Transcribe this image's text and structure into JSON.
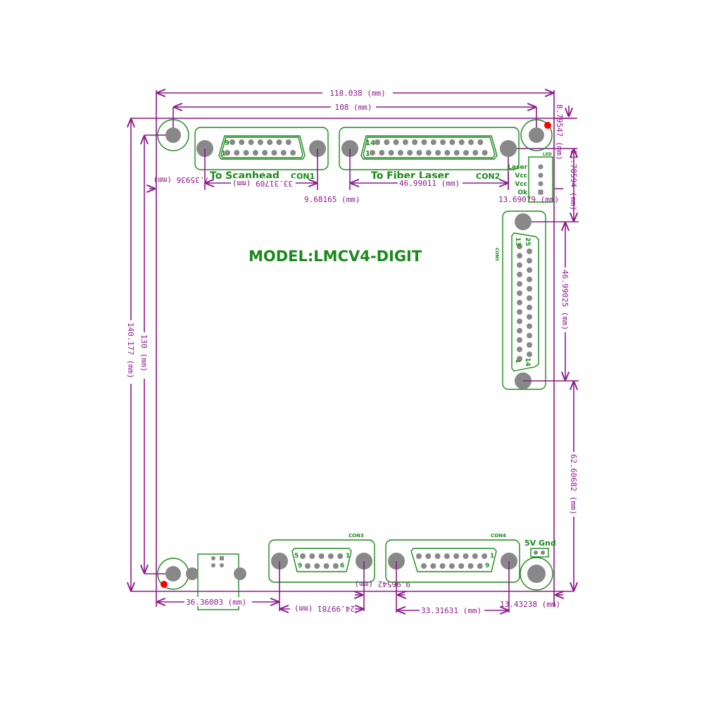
{
  "title": "MODEL:LMCV4-DIGIT",
  "connectors": {
    "con1": {
      "label": "CON1",
      "caption": "To Scanhead",
      "pin_top": "9",
      "pin_bottom": "1"
    },
    "con2": {
      "label": "CON2",
      "caption": "To Fiber Laser",
      "pin_top": "14",
      "pin_bottom": "1"
    },
    "con3": {
      "label": "CON3",
      "pin_top": "5",
      "pin_top_end": "1",
      "pin_bottom": "9",
      "pin_bottom_end": "6"
    },
    "con4": {
      "label": "CON4",
      "pin_top_end": "1",
      "pin_bottom_end": "9"
    },
    "con5": {
      "label": "CON5",
      "pin_a": "13",
      "pin_b": "25",
      "pin_c": "1",
      "pin_d": "14"
    },
    "led": {
      "label": "LED",
      "pins": [
        "Laser",
        "Vcc",
        "Vcc",
        "Ok"
      ]
    },
    "power": {
      "label": "5V Gnd"
    }
  },
  "dimensions": {
    "overall_width": "118.038 (mm)",
    "hole_spacing_x": "108 (mm)",
    "overall_height": "140.177 (mm)",
    "hole_spacing_y": "130 (mm)",
    "top_right_offset": "8.79547 (mm)",
    "led_offset": "21.78594 (mm)",
    "con1_left": "7.35936 (mm)",
    "con1_span": "33.31709 (mm)",
    "con1_con2_gap": "9.68165 (mm)",
    "con2_span": "46.99011 (mm)",
    "con2_right": "13.69079 (mm)",
    "con5_span": "46.99025 (mm)",
    "con5_bottom": "62.60682 (mm)",
    "con3_left": "36.36003 (mm)",
    "con3_span": "24.99781 (mm)",
    "con3_con4_gap": "9.96542 (mm)",
    "con4_span": "33.31631 (mm)",
    "con4_right": "13.43238 (mm)"
  },
  "colors": {
    "dimension": "#8b1a8b",
    "silkscreen": "#1a8a1a",
    "pad": "#888888",
    "marker": "#ff0000"
  }
}
